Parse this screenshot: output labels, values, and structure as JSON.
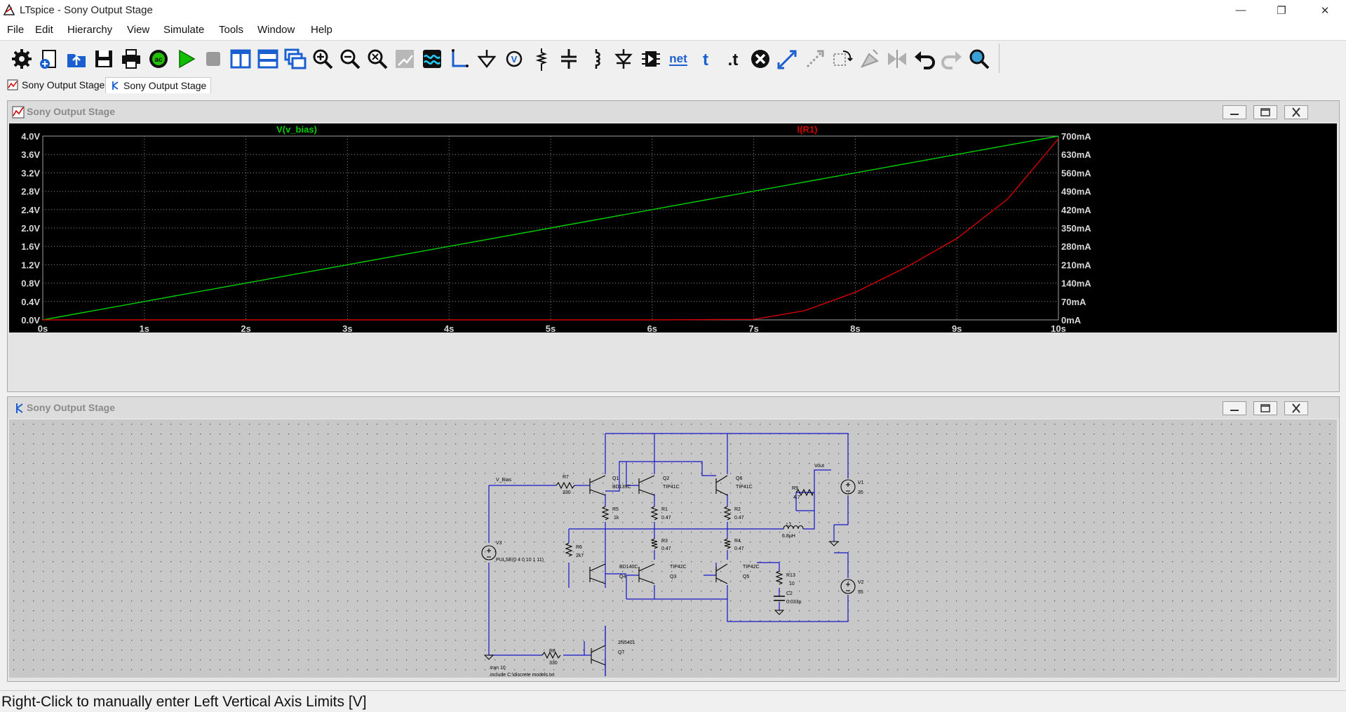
{
  "window": {
    "title": "LTspice - Sony Output Stage",
    "controls": [
      "minimize-icon",
      "restore-icon",
      "close-icon"
    ]
  },
  "menu": [
    "File",
    "Edit",
    "Hierarchy",
    "View",
    "Simulate",
    "Tools",
    "Window",
    "Help"
  ],
  "toolbar": {
    "tools": [
      "gear-icon",
      "new-schematic-icon",
      "open-icon",
      "save-icon",
      "print-icon",
      "control-panel-icon",
      "run-icon",
      "halt-icon",
      "tile-vertical-icon",
      "tile-horizontal-icon",
      "cascade-icon",
      "zoom-in-icon",
      "zoom-out-icon",
      "zoom-fit-icon",
      "autorange-icon",
      "waveform-icon",
      "wire-icon",
      "ground-icon",
      "label-net-icon",
      "resistor-icon",
      "capacitor-icon",
      "inductor-icon",
      "diode-icon",
      "component-icon",
      "net-icon",
      "text-icon",
      "spice-directive-icon",
      "delete-icon",
      "move-icon",
      "drag-icon",
      "rotate-icon",
      "mirror-icon",
      "flip-icon",
      "undo-icon",
      "redo-icon",
      "find-icon"
    ],
    "text_tools": {
      "net": "net",
      "text": "t",
      "directive": ".t"
    }
  },
  "tabs": [
    {
      "label": "Sony Output Stage",
      "icon": "waveform-tab-icon",
      "active": false
    },
    {
      "label": "Sony Output Stage",
      "icon": "schematic-tab-icon",
      "active": true
    }
  ],
  "waveform_window": {
    "title": "Sony Output Stage",
    "icon": "waveform-window-icon"
  },
  "schematic_window": {
    "title": "Sony Output Stage",
    "icon": "schematic-window-icon",
    "labels": {
      "net_vbias": "V_Bias",
      "net_vout": "Vout",
      "r7": "R7",
      "r7_val": "330",
      "r5": "R5",
      "r5_val": "1k",
      "r1": "R1",
      "r1_val": "0.47",
      "r2": "R2",
      "r2_val": "0.47",
      "r3": "R3",
      "r3_val": "0.47",
      "r4": "R4",
      "r4_val": "0.47",
      "r6": "R6",
      "r6_val": "2k7",
      "r8": "R8",
      "r8_val": "330",
      "r9": "R9",
      "r9_val": "4.7",
      "r13": "R13",
      "r13_val": "10",
      "c2": "C2",
      "c2_val": "0.033µ",
      "l1": "L1",
      "l1_val": "6.8µH",
      "q1": "Q1",
      "q1_val": "BD139C",
      "q2": "Q2",
      "q2_val": "TIP41C",
      "q6": "Q6",
      "q6_val": "TIP41C",
      "q4": "Q4",
      "q4_val": "BD140C",
      "q3": "Q3",
      "q3_val": "TIP42C",
      "q5": "Q5",
      "q5_val": "TIP42C",
      "q7": "Q7",
      "q7_val": "2N5401",
      "v1": "V1",
      "v1_val": "35",
      "v2": "V2",
      "v2_val": "35",
      "v3": "V3",
      "v3_val": "PULSE(0 4 0 10 1 11)",
      "dir_tran": ".tran 10",
      "dir_include": ".include C:\\discrete models.txt"
    }
  },
  "status": {
    "text": "Right-Click to manually enter Left Vertical Axis Limits [V]"
  },
  "chart_data": {
    "type": "line",
    "title": "",
    "x": [
      0,
      1,
      2,
      3,
      4,
      5,
      6,
      7,
      7.5,
      8,
      8.5,
      9,
      9.5,
      10
    ],
    "xlabel": "",
    "xlim": [
      0,
      10
    ],
    "x_ticks": [
      "0s",
      "1s",
      "2s",
      "3s",
      "4s",
      "5s",
      "6s",
      "7s",
      "8s",
      "9s",
      "10s"
    ],
    "left_axis": {
      "ylim": [
        0,
        4.0
      ],
      "ticks": [
        "0.0V",
        "0.4V",
        "0.8V",
        "1.2V",
        "1.6V",
        "2.0V",
        "2.4V",
        "2.8V",
        "3.2V",
        "3.6V",
        "4.0V"
      ]
    },
    "right_axis": {
      "ylim": [
        0,
        700
      ],
      "ticks": [
        "0mA",
        "70mA",
        "140mA",
        "210mA",
        "280mA",
        "350mA",
        "420mA",
        "490mA",
        "560mA",
        "630mA",
        "700mA"
      ]
    },
    "grid": true,
    "background": "#000000",
    "series": [
      {
        "name": "V(v_bias)",
        "axis": "left",
        "color": "#00d000",
        "values": [
          0,
          0.4,
          0.8,
          1.2,
          1.6,
          2.0,
          2.4,
          2.8,
          3.0,
          3.2,
          3.4,
          3.6,
          3.8,
          4.0
        ]
      },
      {
        "name": "I(R1)",
        "axis": "right",
        "color": "#d40000",
        "values": [
          0,
          0,
          0,
          0,
          0,
          0,
          0,
          2,
          35,
          105,
          200,
          310,
          460,
          690
        ]
      }
    ]
  }
}
